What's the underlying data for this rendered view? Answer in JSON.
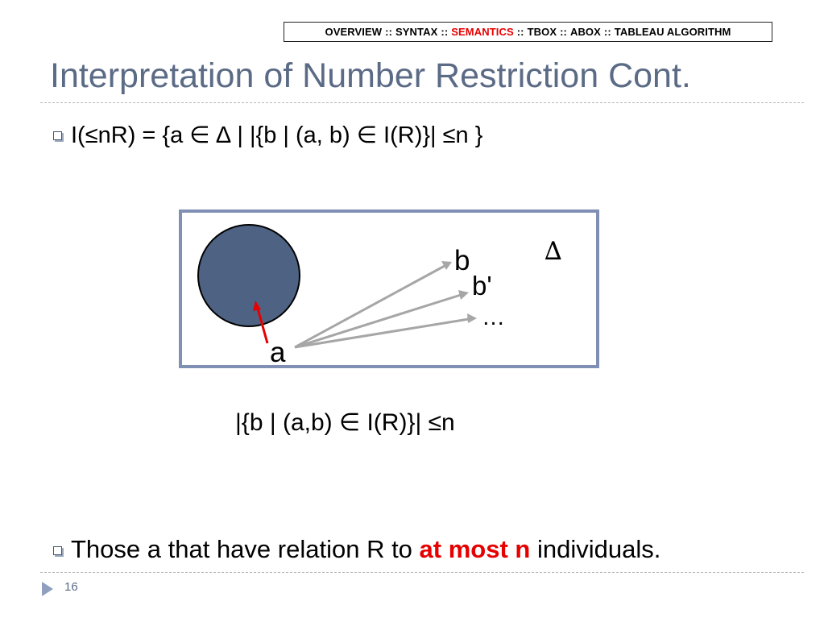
{
  "nav": {
    "items": [
      "OVERVIEW",
      "SYNTAX",
      "SEMANTICS",
      "TBOX",
      "ABOX",
      "TABLEAU ALGORITHM"
    ],
    "separator": "::",
    "active": "SEMANTICS",
    "active_color": "#e60000"
  },
  "slide": {
    "title": "Interpretation of Number Restriction Cont.",
    "title_color": "#5b6b86",
    "bullet1": "I(≤nR) = {a ∈ ∆ |  |{b | (a, b) ∈ I(R)}| ≤n }",
    "diagram": {
      "label_b": "b",
      "label_b_prime": "b'",
      "label_ellipsis": "…",
      "label_a": "a",
      "label_delta": "∆",
      "circle_color": "#4e6283",
      "frame_color": "#8090b4",
      "arrow_color": "#a6a6a6",
      "membership_arrow_color": "#e60000"
    },
    "formula": "|{b | (a,b) ∈ I(R)}| ≤n",
    "bullet2": {
      "before": "Those a that have relation R to ",
      "highlight": "at most n",
      "after": " individuals.",
      "highlight_color": "#e60000"
    },
    "page_number": "16"
  }
}
